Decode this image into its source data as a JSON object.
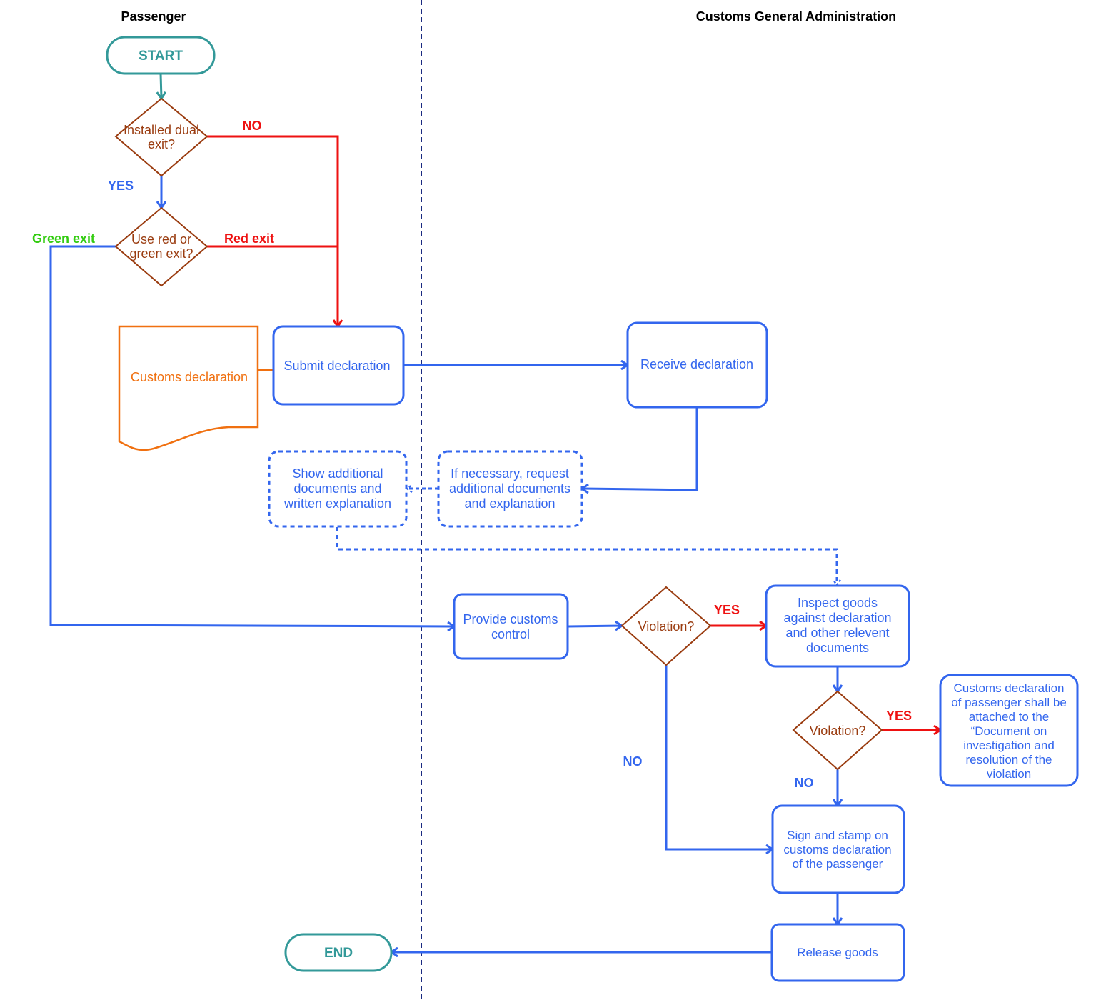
{
  "lanes": {
    "passenger": "Passenger",
    "customs": "Customs General Administration"
  },
  "colors": {
    "process": "#3366ee",
    "decision": "#9a3c10",
    "terminal": "#339999",
    "document": "#f07010",
    "no_path": "#ee1111",
    "green_label": "#33cc11",
    "divider": "#1a2a80"
  },
  "nodes": {
    "start": "START",
    "end": "END",
    "installed_dual_exit": [
      "Installed dual",
      "exit?"
    ],
    "red_or_green": [
      "Use red or",
      "green exit?"
    ],
    "customs_declaration_doc": "Customs declaration",
    "submit_declaration": "Submit declaration",
    "receive_declaration": "Receive declaration",
    "request_additional": [
      "If necessary, request",
      "additional documents",
      "and explanation"
    ],
    "show_additional": [
      "Show additional",
      "documents and",
      "written explanation"
    ],
    "provide_control": [
      "Provide customs",
      "control"
    ],
    "violation_1": "Violation?",
    "inspect_goods": [
      "Inspect goods",
      "against declaration",
      "and other relevent",
      "documents"
    ],
    "violation_2": "Violation?",
    "attach_document": [
      "Customs declaration",
      "of passenger shall be",
      "attached to the",
      "“Document on",
      "investigation and",
      "resolution of the",
      "violation"
    ],
    "sign_stamp": [
      "Sign and stamp on",
      "customs declaration",
      "of the passenger"
    ],
    "release_goods": "Release goods"
  },
  "edge_labels": {
    "no_1": "NO",
    "yes_1": "YES",
    "green_exit": "Green exit",
    "red_exit": "Red exit",
    "yes_violation_1": "YES",
    "no_violation_1": "NO",
    "yes_violation_2": "YES",
    "no_violation_2": "NO"
  }
}
